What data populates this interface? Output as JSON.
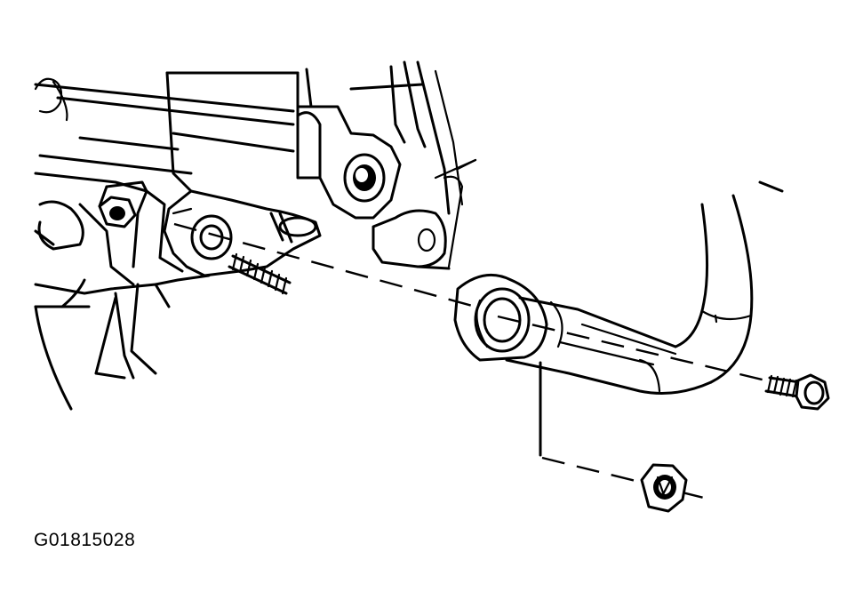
{
  "figure": {
    "id_label": "G01815028",
    "line_color": "#000000",
    "background": "#ffffff"
  },
  "parts": [
    {
      "name": "engine-block"
    },
    {
      "name": "exhaust-manifold-flange"
    },
    {
      "name": "manifold-stud"
    },
    {
      "name": "exhaust-pipe"
    },
    {
      "name": "pipe-flange"
    },
    {
      "name": "pipe-bracket-bolt"
    },
    {
      "name": "flange-nut"
    }
  ]
}
